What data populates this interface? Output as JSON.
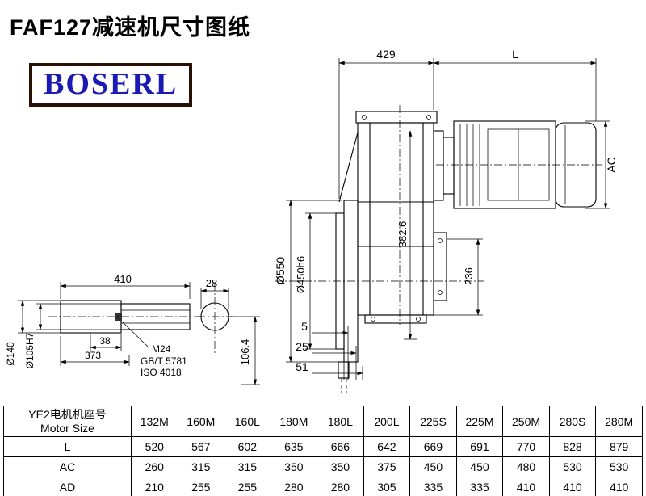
{
  "page": {
    "title": "FAF127减速机尺寸图纸",
    "logo": "BOSERL"
  },
  "drawing": {
    "dim_429": "429",
    "dim_L": "L",
    "dim_AC": "AC",
    "dim_d550": "Ø550",
    "dim_d450h6": "Ø450h6",
    "dim_382_6": "382.6",
    "dim_236": "236",
    "dim_5": "5",
    "dim_25": "25",
    "dim_51": "51",
    "dim_410": "410",
    "dim_28": "28",
    "dim_38": "38",
    "dim_373": "373",
    "dim_d140": "Ø140",
    "dim_d105h7": "Ø105H7",
    "dim_106_4": "106.4",
    "note_m24": "M24",
    "note_gbt": "GB/T 5781",
    "note_iso": "ISO 4018"
  },
  "table": {
    "header_cn": "YE2电机机座号",
    "header_en": "Motor Size",
    "columns": [
      "132M",
      "160M",
      "160L",
      "180M",
      "180L",
      "200L",
      "225S",
      "225M",
      "250M",
      "280S",
      "280M"
    ],
    "rows": [
      {
        "label": "L",
        "values": [
          "520",
          "567",
          "602",
          "635",
          "666",
          "642",
          "669",
          "691",
          "770",
          "828",
          "879"
        ]
      },
      {
        "label": "AC",
        "values": [
          "260",
          "315",
          "315",
          "350",
          "350",
          "375",
          "450",
          "450",
          "480",
          "530",
          "530"
        ]
      },
      {
        "label": "AD",
        "values": [
          "210",
          "255",
          "255",
          "280",
          "280",
          "305",
          "335",
          "335",
          "410",
          "410",
          "410"
        ]
      }
    ]
  }
}
